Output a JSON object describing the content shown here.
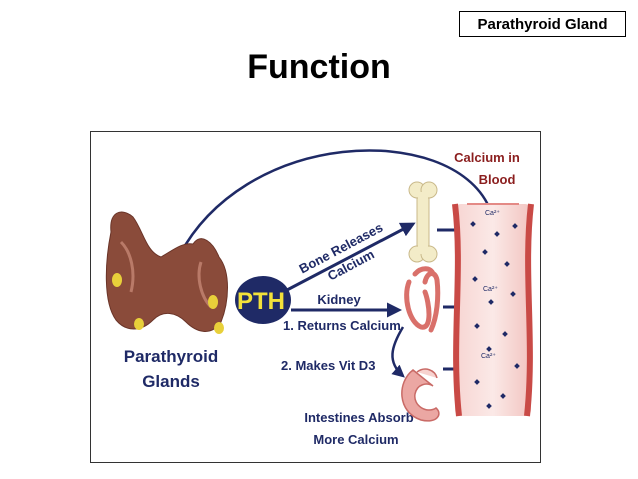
{
  "header": {
    "tag_label": "Parathyroid Gland",
    "title": "Function"
  },
  "diagram": {
    "gland_label_line1": "Parathyroid",
    "gland_label_line2": "Glands",
    "hormone_label": "PTH",
    "bone_label_line1": "Bone Releases",
    "bone_label_line2": "Calcium",
    "kidney_label_line1": "Kidney",
    "kidney_label_line2": "1. Returns Calcium",
    "vitd_label": "2. Makes Vit D3",
    "intestine_label_line1": "Intestines Absorb",
    "intestine_label_line2": "More Calcium",
    "blood_label_line1": "Calcium in",
    "blood_label_line2": "Blood",
    "ion_label": "Ca²⁺"
  },
  "colors": {
    "arrow": "#1f2a66",
    "blood_text": "#8b1e1e",
    "pth_fill": "#1f2a66",
    "pth_text": "#f2e13a",
    "vessel": "#e48a86",
    "gland": "#8a4b3a"
  }
}
